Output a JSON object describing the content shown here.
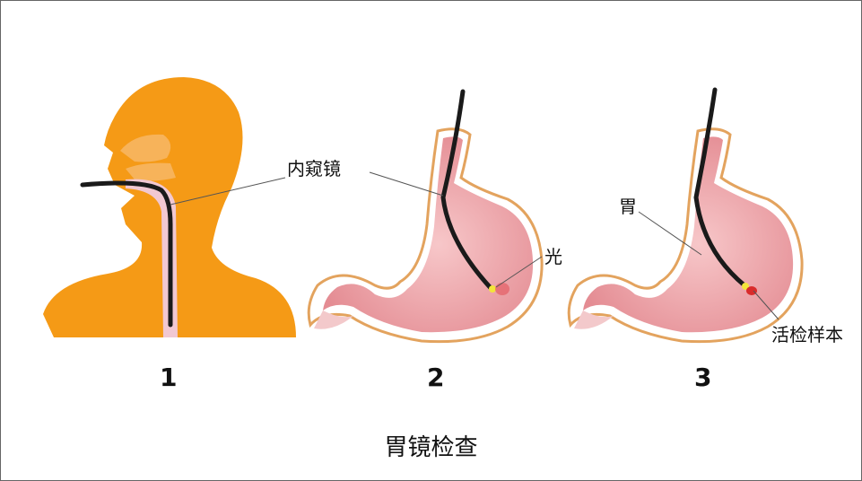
{
  "labels": {
    "endoscope": "内窥镜",
    "light": "光",
    "stomach": "胃",
    "biopsy": "活检样本"
  },
  "steps": [
    "1",
    "2",
    "3"
  ],
  "caption": "胃镜检查",
  "colors": {
    "skin": "#F59A16",
    "tube": "#1A1A1A",
    "stomach_outline": "#E3A35E",
    "stomach_fill": "#F4B1B1",
    "esophagus": "#F1C8D2",
    "light": "#F3E53A",
    "biopsy": "#D92B2B"
  }
}
